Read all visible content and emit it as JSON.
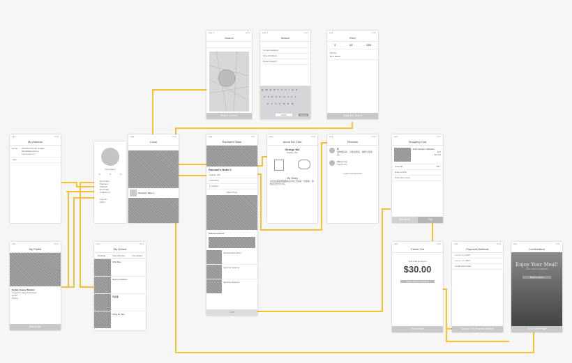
{
  "screens": {
    "search_map": {
      "header": "Search",
      "bottom": "Search Location"
    },
    "search_list": {
      "header": "Search",
      "rows": [
        "Current Location",
        "Saved Address",
        "Recent Search"
      ],
      "keys_row1": "QWERTYUIOP",
      "keys_row2": "ASDFGHJKL",
      "keys_row3": "ZXCVBNM",
      "space": "space",
      "search": "Search"
    },
    "filter": {
      "header": "Filter",
      "price": [
        "$",
        "$$",
        "$$$"
      ],
      "sort_label": "Sort by",
      "sort_value": "Best Rated",
      "bottom": "Apply and Search"
    },
    "address": {
      "header": "My Address",
      "home_label": "Home",
      "home_lines": [
        "2223 8th Ave #8, Seattle",
        "WA 98109 (Home)",
        "Lorem ipsum 1"
      ],
      "add_label": "Add"
    },
    "menu": {
      "name": "Chef Name",
      "items": [
        "My Orders",
        "Payment",
        "Address",
        "My Profile",
        "Contact Us"
      ],
      "logout": "Log out",
      "about": "About"
    },
    "home": {
      "header": "Local",
      "card_title": "Rachael's Bake It"
    },
    "my_profile": {
      "header": "My Profile",
      "name": "Natalie Huang (Natalie)",
      "lines": [
        "Logged in using Facebook",
        "Email",
        "Phone"
      ],
      "bottom": "Edit Profile"
    },
    "my_orders": {
      "header": "My Orders",
      "tabs": [
        "Pending",
        "Need Review",
        "Completed"
      ],
      "orders": [
        "Chili Mao",
        "Nancy's Kitchen",
        "阿嬷面",
        "Kung Fu Tea"
      ]
    },
    "detail": {
      "header": "Rachael's Bake",
      "title": "Rachael's Bake It",
      "info": [
        "Seattle, WA",
        "5 Reviews",
        "13 dishes"
      ],
      "pickup": "Select Time",
      "section": "Seasonal Dishes",
      "dishes": [
        "Japchae Rice Bowl",
        "Japchae Sesame",
        "Japchae Sesame"
      ],
      "cart": "Cart"
    },
    "about_chef": {
      "header": "About the Chef",
      "chef": "George Wu",
      "sub": "Seattle, WA",
      "story_title": "My Story",
      "story": "出生在美国西雅图在台湾长大的第一代移民，我热爱烹饪与分享。"
    },
    "reviews": {
      "header": "Reviews",
      "r1_name": "李",
      "r1_text": "食物很好吃，分量也很足，推荐大家尝试。",
      "r2_name": "Wang Lucy",
      "r2_text": "Thank you!",
      "more": "Load more Reviews"
    },
    "cart": {
      "header": "Shopping Cart",
      "item": "Pork Chicken Yakisoba",
      "price_1": "$27",
      "price_2": "$27.00",
      "subtotal": "Subtotal",
      "subtotal_val": "$27",
      "note": "Note to Chef",
      "promo": "Promotion Code",
      "btn_left": "Add Items",
      "btn_right": "Pay"
    },
    "checkout": {
      "header": "Check Out",
      "label": "Your total amount is",
      "amount": "$30.00",
      "select": "Select Payment Method",
      "bottom": "Place Order"
    },
    "payment": {
      "header": "Payment Methods",
      "cards": [
        "•••• •••• •••• 0218",
        "•••• •••• •••• 4521",
        "Credit Debit Card"
      ],
      "bottom": "Choose This Payment Method"
    },
    "confirmation": {
      "header": "Confirmation",
      "headline": "Enjoy Your Meal!",
      "sub": "Your order is confirmed",
      "btn": "Back to Home",
      "bottom": "Go to Order Page"
    }
  },
  "colors": {
    "connector": "#f5c12e",
    "screen_bg": "#ffffff",
    "canvas_bg": "#f6f6f6",
    "placeholder": "#9a9a9a"
  }
}
